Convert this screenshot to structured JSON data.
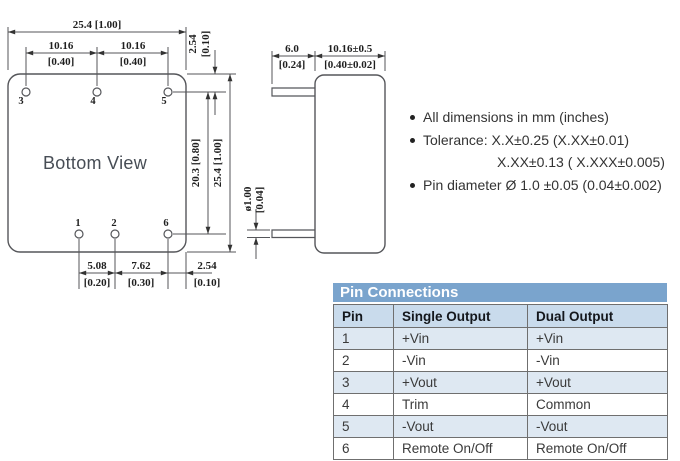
{
  "colors": {
    "line": "#55565a",
    "dim_text": "#1f1f1f",
    "table_title_bg": "#7aa4cd",
    "table_header_bg": "#c9dbec",
    "table_row_shade": "#dee8f2",
    "table_grid": "#6f6f6f"
  },
  "bottom_view": {
    "label": "Bottom View",
    "pins_top": [
      "3",
      "4",
      "5"
    ],
    "pins_bottom": [
      "1",
      "2",
      "6"
    ],
    "dim_width_top": "25.4 [1.00]",
    "dim_pitch_a_mm": "10.16",
    "dim_pitch_a_in": "[0.40]",
    "dim_pitch_b_mm": "10.16",
    "dim_pitch_b_in": "[0.40]",
    "dim_top_offset_mm": "2.54",
    "dim_top_offset_in": "[0.10]",
    "dim_pin_span": "20.3 [0.80]",
    "dim_height_right": "25.4 [1.00]",
    "dim_bot_a_mm": "5.08",
    "dim_bot_a_in": "[0.20]",
    "dim_bot_b_mm": "7.62",
    "dim_bot_b_in": "[0.30]",
    "dim_bot_c_mm": "2.54",
    "dim_bot_c_in": "[0.10]"
  },
  "side_view": {
    "dim_pin_len_mm": "6.0",
    "dim_pin_len_in": "[0.24]",
    "dim_body_mm": "10.16±0.5",
    "dim_body_in": "[0.40±0.02]",
    "dim_pin_dia_mm": "ø1.00",
    "dim_pin_dia_in": "[0.04]"
  },
  "notes": {
    "items": [
      "All dimensions in mm (inches)",
      "Tolerance: X.X±0.25 (X.XX±0.01)",
      "X.XX±0.13 ( X.XXX±0.005)",
      "Pin diameter Ø 1.0 ±0.05 (0.04±0.002)"
    ]
  },
  "pin_table": {
    "title": "Pin Connections",
    "columns": [
      "Pin",
      "Single Output",
      "Dual Output"
    ],
    "rows": [
      {
        "pin": "1",
        "single": "+Vin",
        "dual": "+Vin"
      },
      {
        "pin": "2",
        "single": "-Vin",
        "dual": "-Vin"
      },
      {
        "pin": "3",
        "single": "+Vout",
        "dual": "+Vout"
      },
      {
        "pin": "4",
        "single": "Trim",
        "dual": "Common"
      },
      {
        "pin": "5",
        "single": "-Vout",
        "dual": "-Vout"
      },
      {
        "pin": "6",
        "single": "Remote On/Off",
        "dual": "Remote On/Off"
      }
    ]
  }
}
